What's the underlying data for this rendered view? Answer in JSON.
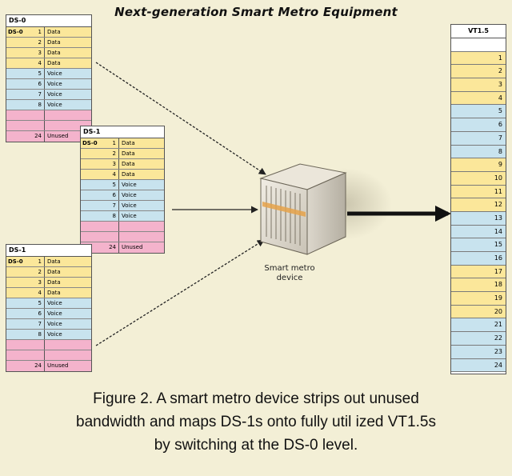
{
  "title": "Next-generation Smart Metro Equipment",
  "table_a": {
    "header": "DS-0",
    "rows": [
      {
        "label": "DS-0",
        "num": "1",
        "value": "Data",
        "kind": "data"
      },
      {
        "label": "",
        "num": "2",
        "value": "Data",
        "kind": "data"
      },
      {
        "label": "",
        "num": "3",
        "value": "Data",
        "kind": "data"
      },
      {
        "label": "",
        "num": "4",
        "value": "Data",
        "kind": "data"
      },
      {
        "label": "",
        "num": "5",
        "value": "Voice",
        "kind": "voice"
      },
      {
        "label": "",
        "num": "6",
        "value": "Voice",
        "kind": "voice"
      },
      {
        "label": "",
        "num": "7",
        "value": "Voice",
        "kind": "voice"
      },
      {
        "label": "",
        "num": "8",
        "value": "Voice",
        "kind": "voice"
      },
      {
        "label": "",
        "num": "",
        "value": "",
        "kind": "empty"
      },
      {
        "label": "",
        "num": "",
        "value": "",
        "kind": "empty"
      },
      {
        "label": "",
        "num": "24",
        "value": "Unused",
        "kind": "unused"
      }
    ]
  },
  "table_b": {
    "header": "DS-1",
    "rows": [
      {
        "label": "DS-0",
        "num": "1",
        "value": "Data",
        "kind": "data"
      },
      {
        "label": "",
        "num": "2",
        "value": "Data",
        "kind": "data"
      },
      {
        "label": "",
        "num": "3",
        "value": "Data",
        "kind": "data"
      },
      {
        "label": "",
        "num": "4",
        "value": "Data",
        "kind": "data"
      },
      {
        "label": "",
        "num": "5",
        "value": "Voice",
        "kind": "voice"
      },
      {
        "label": "",
        "num": "6",
        "value": "Voice",
        "kind": "voice"
      },
      {
        "label": "",
        "num": "7",
        "value": "Voice",
        "kind": "voice"
      },
      {
        "label": "",
        "num": "8",
        "value": "Voice",
        "kind": "voice"
      },
      {
        "label": "",
        "num": "",
        "value": "",
        "kind": "empty"
      },
      {
        "label": "",
        "num": "",
        "value": "",
        "kind": "empty"
      },
      {
        "label": "",
        "num": "24",
        "value": "Unused",
        "kind": "unused"
      }
    ]
  },
  "table_c": {
    "header": "DS-1",
    "rows": [
      {
        "label": "DS-0",
        "num": "1",
        "value": "Data",
        "kind": "data"
      },
      {
        "label": "",
        "num": "2",
        "value": "Data",
        "kind": "data"
      },
      {
        "label": "",
        "num": "3",
        "value": "Data",
        "kind": "data"
      },
      {
        "label": "",
        "num": "4",
        "value": "Data",
        "kind": "data"
      },
      {
        "label": "",
        "num": "5",
        "value": "Voice",
        "kind": "voice"
      },
      {
        "label": "",
        "num": "6",
        "value": "Voice",
        "kind": "voice"
      },
      {
        "label": "",
        "num": "7",
        "value": "Voice",
        "kind": "voice"
      },
      {
        "label": "",
        "num": "8",
        "value": "Voice",
        "kind": "voice"
      },
      {
        "label": "",
        "num": "",
        "value": "",
        "kind": "empty"
      },
      {
        "label": "",
        "num": "",
        "value": "",
        "kind": "empty"
      },
      {
        "label": "",
        "num": "24",
        "value": "Unused",
        "kind": "unused"
      }
    ]
  },
  "vt": {
    "header": "VT1.5",
    "rows": [
      {
        "num": "",
        "kind": "plain"
      },
      {
        "num": "1",
        "kind": "data"
      },
      {
        "num": "2",
        "kind": "data"
      },
      {
        "num": "3",
        "kind": "data"
      },
      {
        "num": "4",
        "kind": "data"
      },
      {
        "num": "5",
        "kind": "voice"
      },
      {
        "num": "6",
        "kind": "voice"
      },
      {
        "num": "7",
        "kind": "voice"
      },
      {
        "num": "8",
        "kind": "voice"
      },
      {
        "num": "9",
        "kind": "data"
      },
      {
        "num": "10",
        "kind": "data"
      },
      {
        "num": "11",
        "kind": "data"
      },
      {
        "num": "12",
        "kind": "data"
      },
      {
        "num": "13",
        "kind": "voice"
      },
      {
        "num": "14",
        "kind": "voice"
      },
      {
        "num": "15",
        "kind": "voice"
      },
      {
        "num": "16",
        "kind": "voice"
      },
      {
        "num": "17",
        "kind": "data"
      },
      {
        "num": "18",
        "kind": "data"
      },
      {
        "num": "19",
        "kind": "data"
      },
      {
        "num": "20",
        "kind": "data"
      },
      {
        "num": "21",
        "kind": "voice"
      },
      {
        "num": "22",
        "kind": "voice"
      },
      {
        "num": "23",
        "kind": "voice"
      },
      {
        "num": "24",
        "kind": "voice"
      }
    ]
  },
  "device": {
    "label_line1": "Smart metro",
    "label_line2": "device",
    "icon": "network-device-icon"
  },
  "caption": {
    "line1": "Figure 2. A smart metro device strips out unused",
    "line2": "bandwidth and maps DS-1s onto fully util ized VT1.5s",
    "line3": "by switching at the DS-0 level."
  },
  "colors": {
    "background": "#f3efd6",
    "data": "#fbe79a",
    "voice": "#c8e3ee",
    "unused": "#f4b3cc"
  }
}
